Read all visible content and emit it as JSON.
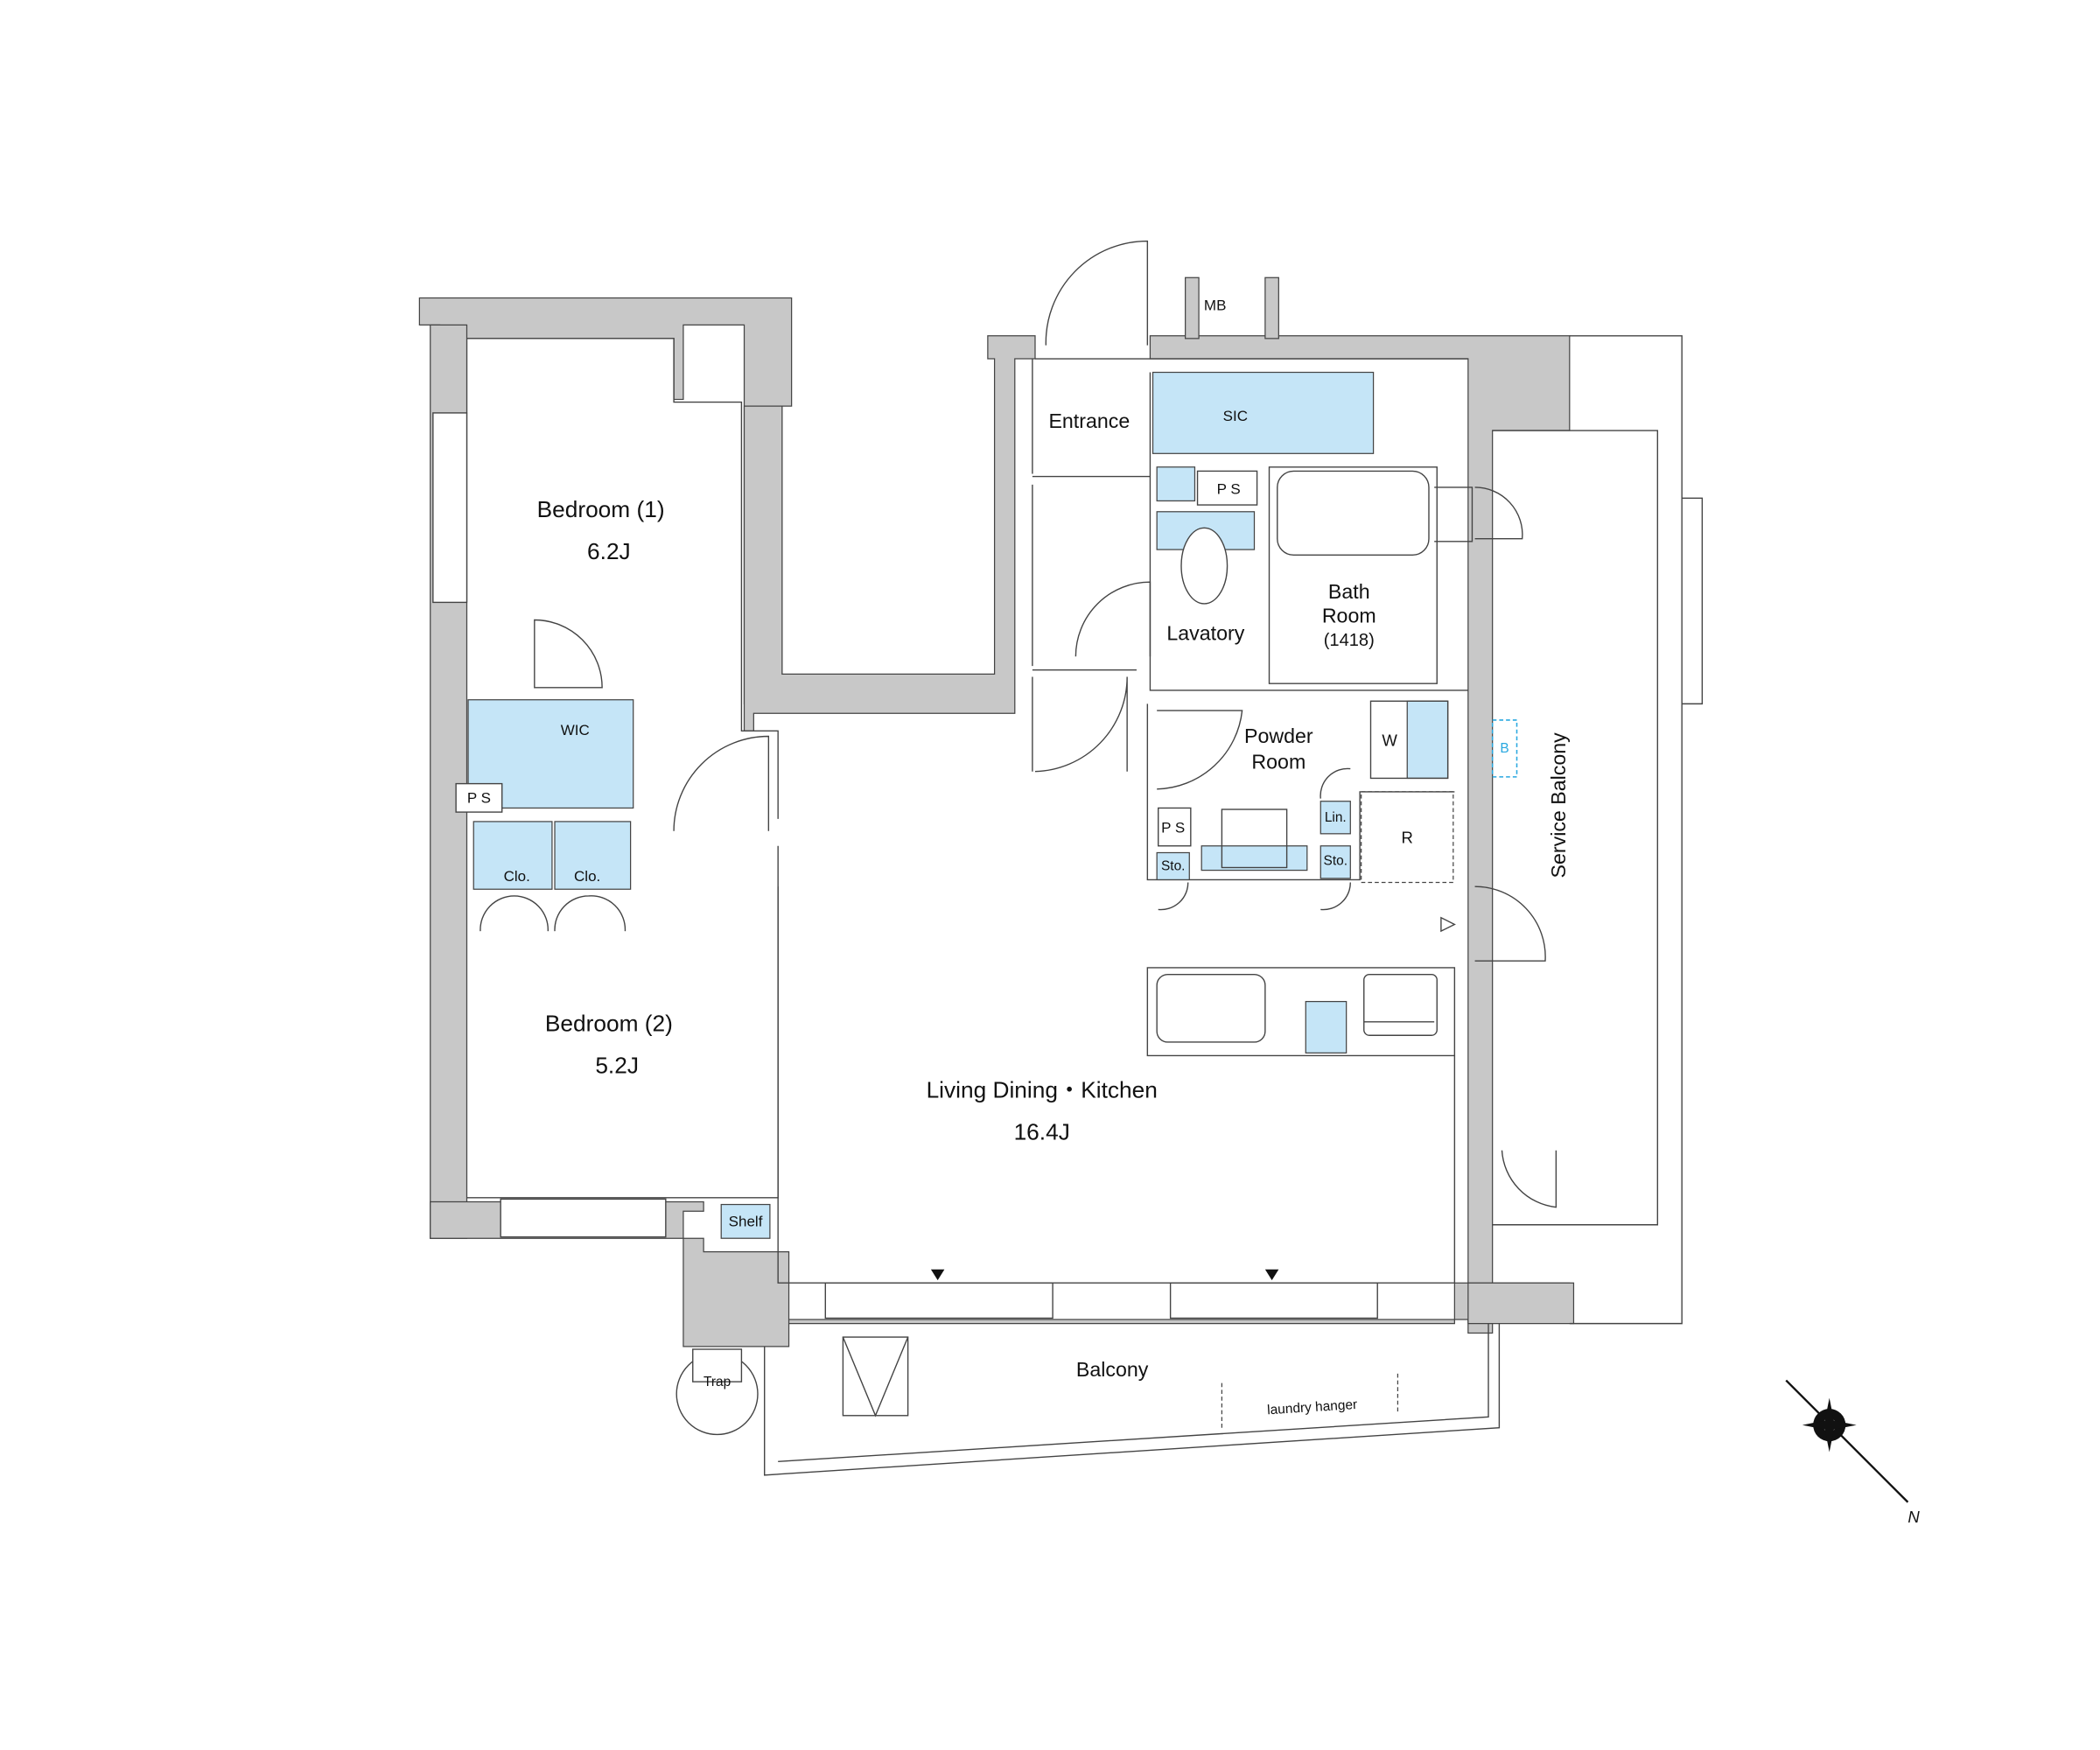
{
  "plan": {
    "rooms": {
      "bedroom1": {
        "name": "Bedroom (1)",
        "size": "6.2J"
      },
      "bedroom2": {
        "name": "Bedroom (2)",
        "size": "5.2J"
      },
      "ldk": {
        "name": "Living Dining・Kitchen",
        "size": "16.4J"
      },
      "entrance": "Entrance",
      "lavatory": "Lavatory",
      "bath": {
        "line1": "Bath",
        "line2": "Room",
        "line3": "(1418)"
      },
      "powder": {
        "line1": "Powder",
        "line2": "Room"
      },
      "service_balcony": "Service Balcony",
      "balcony": "Balcony"
    },
    "labels": {
      "mb": "MB",
      "sic": "SIC",
      "ps_top": "P S",
      "ps_left": "P S",
      "ps_powder": "P S",
      "wic": "WIC",
      "clo1": "Clo.",
      "clo2": "Clo.",
      "shelf": "Shelf",
      "trap": "Trap",
      "laundry": "laundry hanger",
      "w": "W",
      "b": "B",
      "r": "R",
      "lin": "Lin.",
      "sto1": "Sto.",
      "sto2": "Sto.",
      "compass_n": "N"
    },
    "colors": {
      "wall": "#c8c8c8",
      "storage": "#c5e5f7",
      "accent_b": "#29a8e0"
    }
  }
}
